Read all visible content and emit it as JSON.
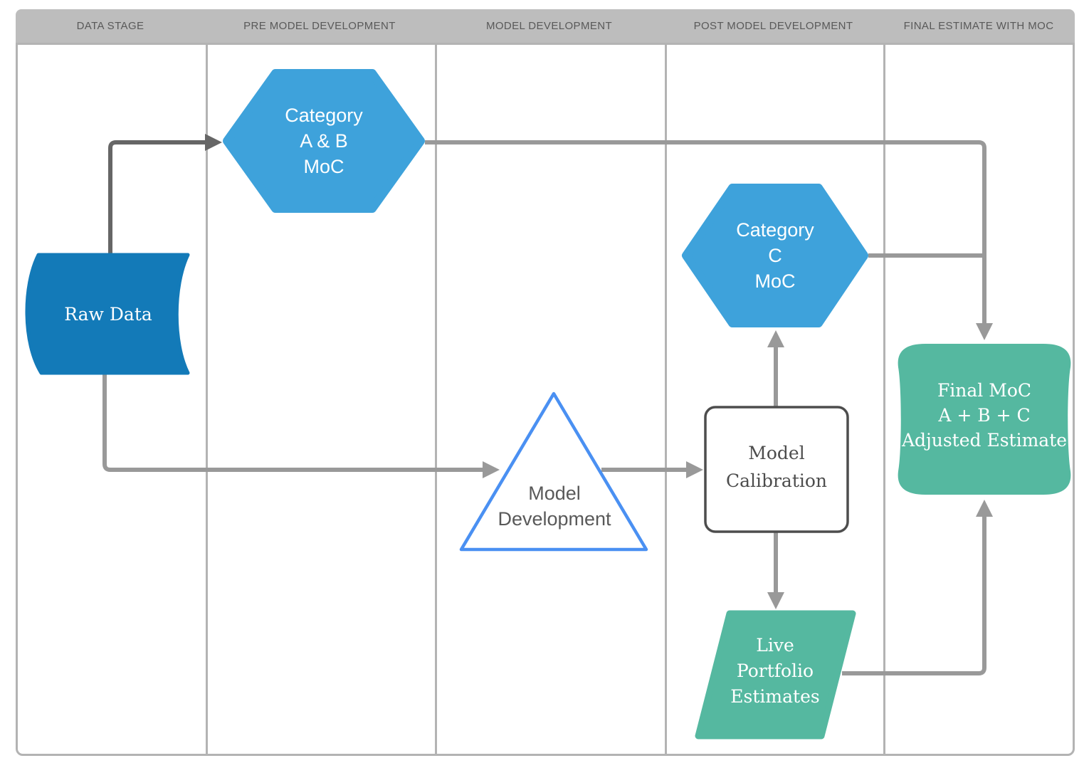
{
  "header": {
    "lanes": [
      {
        "label": "DATA STAGE"
      },
      {
        "label": "PRE MODEL DEVELOPMENT"
      },
      {
        "label": "MODEL DEVELOPMENT"
      },
      {
        "label": "POST MODEL DEVELOPMENT"
      },
      {
        "label": "FINAL ESTIMATE WITH MOC"
      }
    ]
  },
  "nodes": {
    "raw_data": {
      "label": "Raw Data",
      "shape": "stored-data",
      "lane": "DATA STAGE"
    },
    "category_ab": {
      "label": "Category\nA & B\nMoC",
      "shape": "hexagon",
      "lane": "PRE MODEL DEVELOPMENT"
    },
    "model_development": {
      "label": "Model\nDevelopment",
      "shape": "triangle",
      "lane": "MODEL DEVELOPMENT"
    },
    "category_c": {
      "label": "Category\nC\nMoC",
      "shape": "hexagon",
      "lane": "POST MODEL DEVELOPMENT"
    },
    "model_calibration": {
      "label": "Model\nCalibration",
      "shape": "rounded-rectangle",
      "lane": "POST MODEL DEVELOPMENT"
    },
    "live_portfolio": {
      "label": "Live\nPortfolio\nEstimates",
      "shape": "parallelogram",
      "lane": "POST MODEL DEVELOPMENT"
    },
    "final_moc": {
      "label": "Final MoC\nA + B + C\nAdjusted Estimate",
      "shape": "rounded-barrel",
      "lane": "FINAL ESTIMATE WITH MOC"
    }
  },
  "edges": [
    {
      "from": "raw_data",
      "to": "category_ab"
    },
    {
      "from": "raw_data",
      "to": "model_development"
    },
    {
      "from": "model_development",
      "to": "model_calibration"
    },
    {
      "from": "model_calibration",
      "to": "category_c"
    },
    {
      "from": "model_calibration",
      "to": "live_portfolio"
    },
    {
      "from": "category_ab",
      "to": "final_moc"
    },
    {
      "from": "category_c",
      "to": "final_moc"
    },
    {
      "from": "live_portfolio",
      "to": "final_moc"
    }
  ],
  "colors": {
    "lane-header-bg": "#bdbdbd",
    "lane-header-text": "#595959",
    "lane-border": "#b3b3b3",
    "hex-blue": "#3ea2db",
    "data-blue": "#137ab8",
    "teal": "#55b8a0",
    "triangle-stroke": "#4a90f2",
    "box-border": "#4d4d4d",
    "arrow-gray": "#999999",
    "arrow-dark": "#666666"
  }
}
